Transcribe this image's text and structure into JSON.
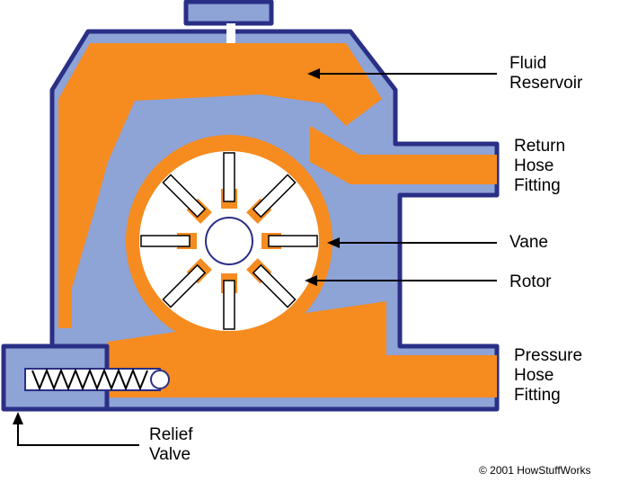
{
  "labels": {
    "fluid_reservoir": [
      "Fluid",
      "Reservoir"
    ],
    "return_hose_fitting": [
      "Return",
      "Hose",
      "Fitting"
    ],
    "vane": [
      "Vane"
    ],
    "rotor": [
      "Rotor"
    ],
    "pressure_hose_fitting": [
      "Pressure",
      "Hose",
      "Fitting"
    ],
    "relief_valve": [
      "Relief",
      "Valve"
    ]
  },
  "copyright": "© 2001 HowStuffWorks",
  "colors": {
    "housing": "#8ea3d6",
    "outline": "#2a2f86",
    "fluid": "#f68b1f",
    "rotor": "#ffffff",
    "leader": "#000000"
  }
}
